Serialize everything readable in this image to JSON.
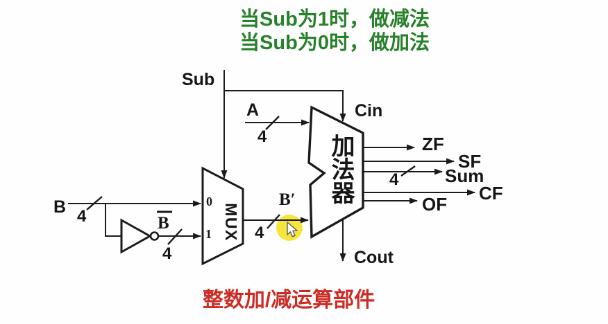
{
  "header": {
    "line1": "当Sub为1时，做减法",
    "line2": "当Sub为0时，做加法"
  },
  "footer": {
    "caption": "整数加/减运算部件"
  },
  "colors": {
    "note_green": "#27802a",
    "caption_red": "#cd2b24",
    "ink_black": "#1b1b1b",
    "highlight_yellow": "#f6e335"
  },
  "diagram": {
    "signals": {
      "sub": "Sub",
      "a": "A",
      "b": "B",
      "b_not": "B",
      "b_prime": "B′",
      "cin": "Cin",
      "cout": "Cout"
    },
    "outputs": {
      "zf": "ZF",
      "sf": "SF",
      "sum": "Sum",
      "cf": "CF",
      "of": "OF"
    },
    "components": {
      "mux": "MUX",
      "adder": "加法器"
    },
    "mux_ports": {
      "in0": "0",
      "in1": "1"
    },
    "bus_width": "4"
  }
}
